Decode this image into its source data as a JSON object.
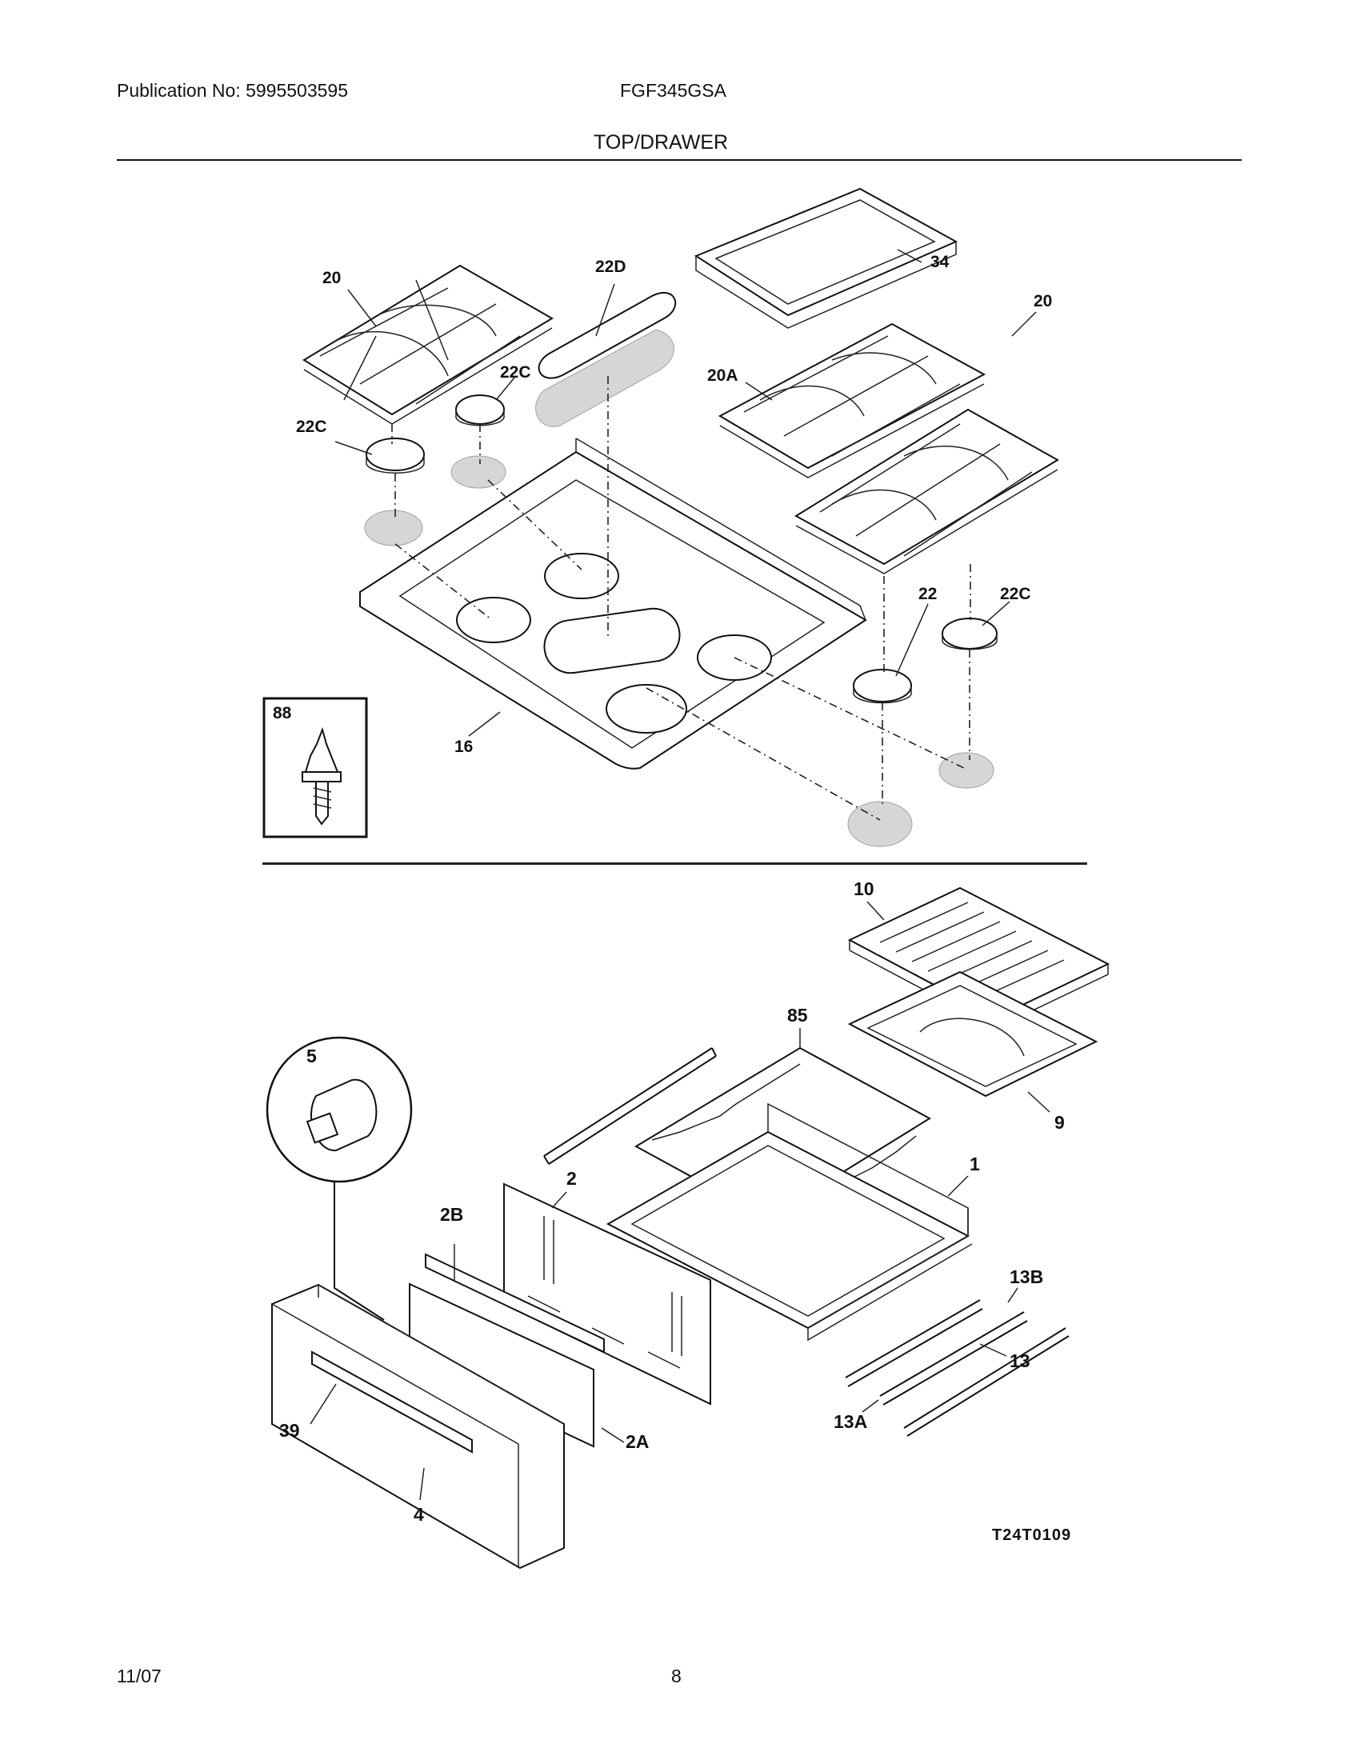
{
  "header": {
    "publication": "Publication No: 5995503595",
    "model": "FGF345GSA",
    "section": "TOP/DRAWER"
  },
  "footer": {
    "date": "11/07",
    "page": "8"
  },
  "figure_id": "T24T0109",
  "callouts": {
    "grate_left": "20",
    "burner_cap_oval": "22D",
    "griddle": "34",
    "cap_left_upper": "22C",
    "cap_left_lower": "22C",
    "grate_center": "20A",
    "grate_right": "20",
    "cap_right_22": "22",
    "cap_right_22c": "22C",
    "screw_box": "88",
    "cooktop": "16",
    "broiler_insert": "10",
    "slide_rack": "85",
    "broiler_pan": "9",
    "knob_detail": "5",
    "drawer_body": "1",
    "drawer_back": "2",
    "drawer_liner": "2B",
    "slide_13b": "13B",
    "slide_13": "13",
    "slide_13a": "13A",
    "handle": "39",
    "liner_2a": "2A",
    "drawer_front": "4"
  }
}
